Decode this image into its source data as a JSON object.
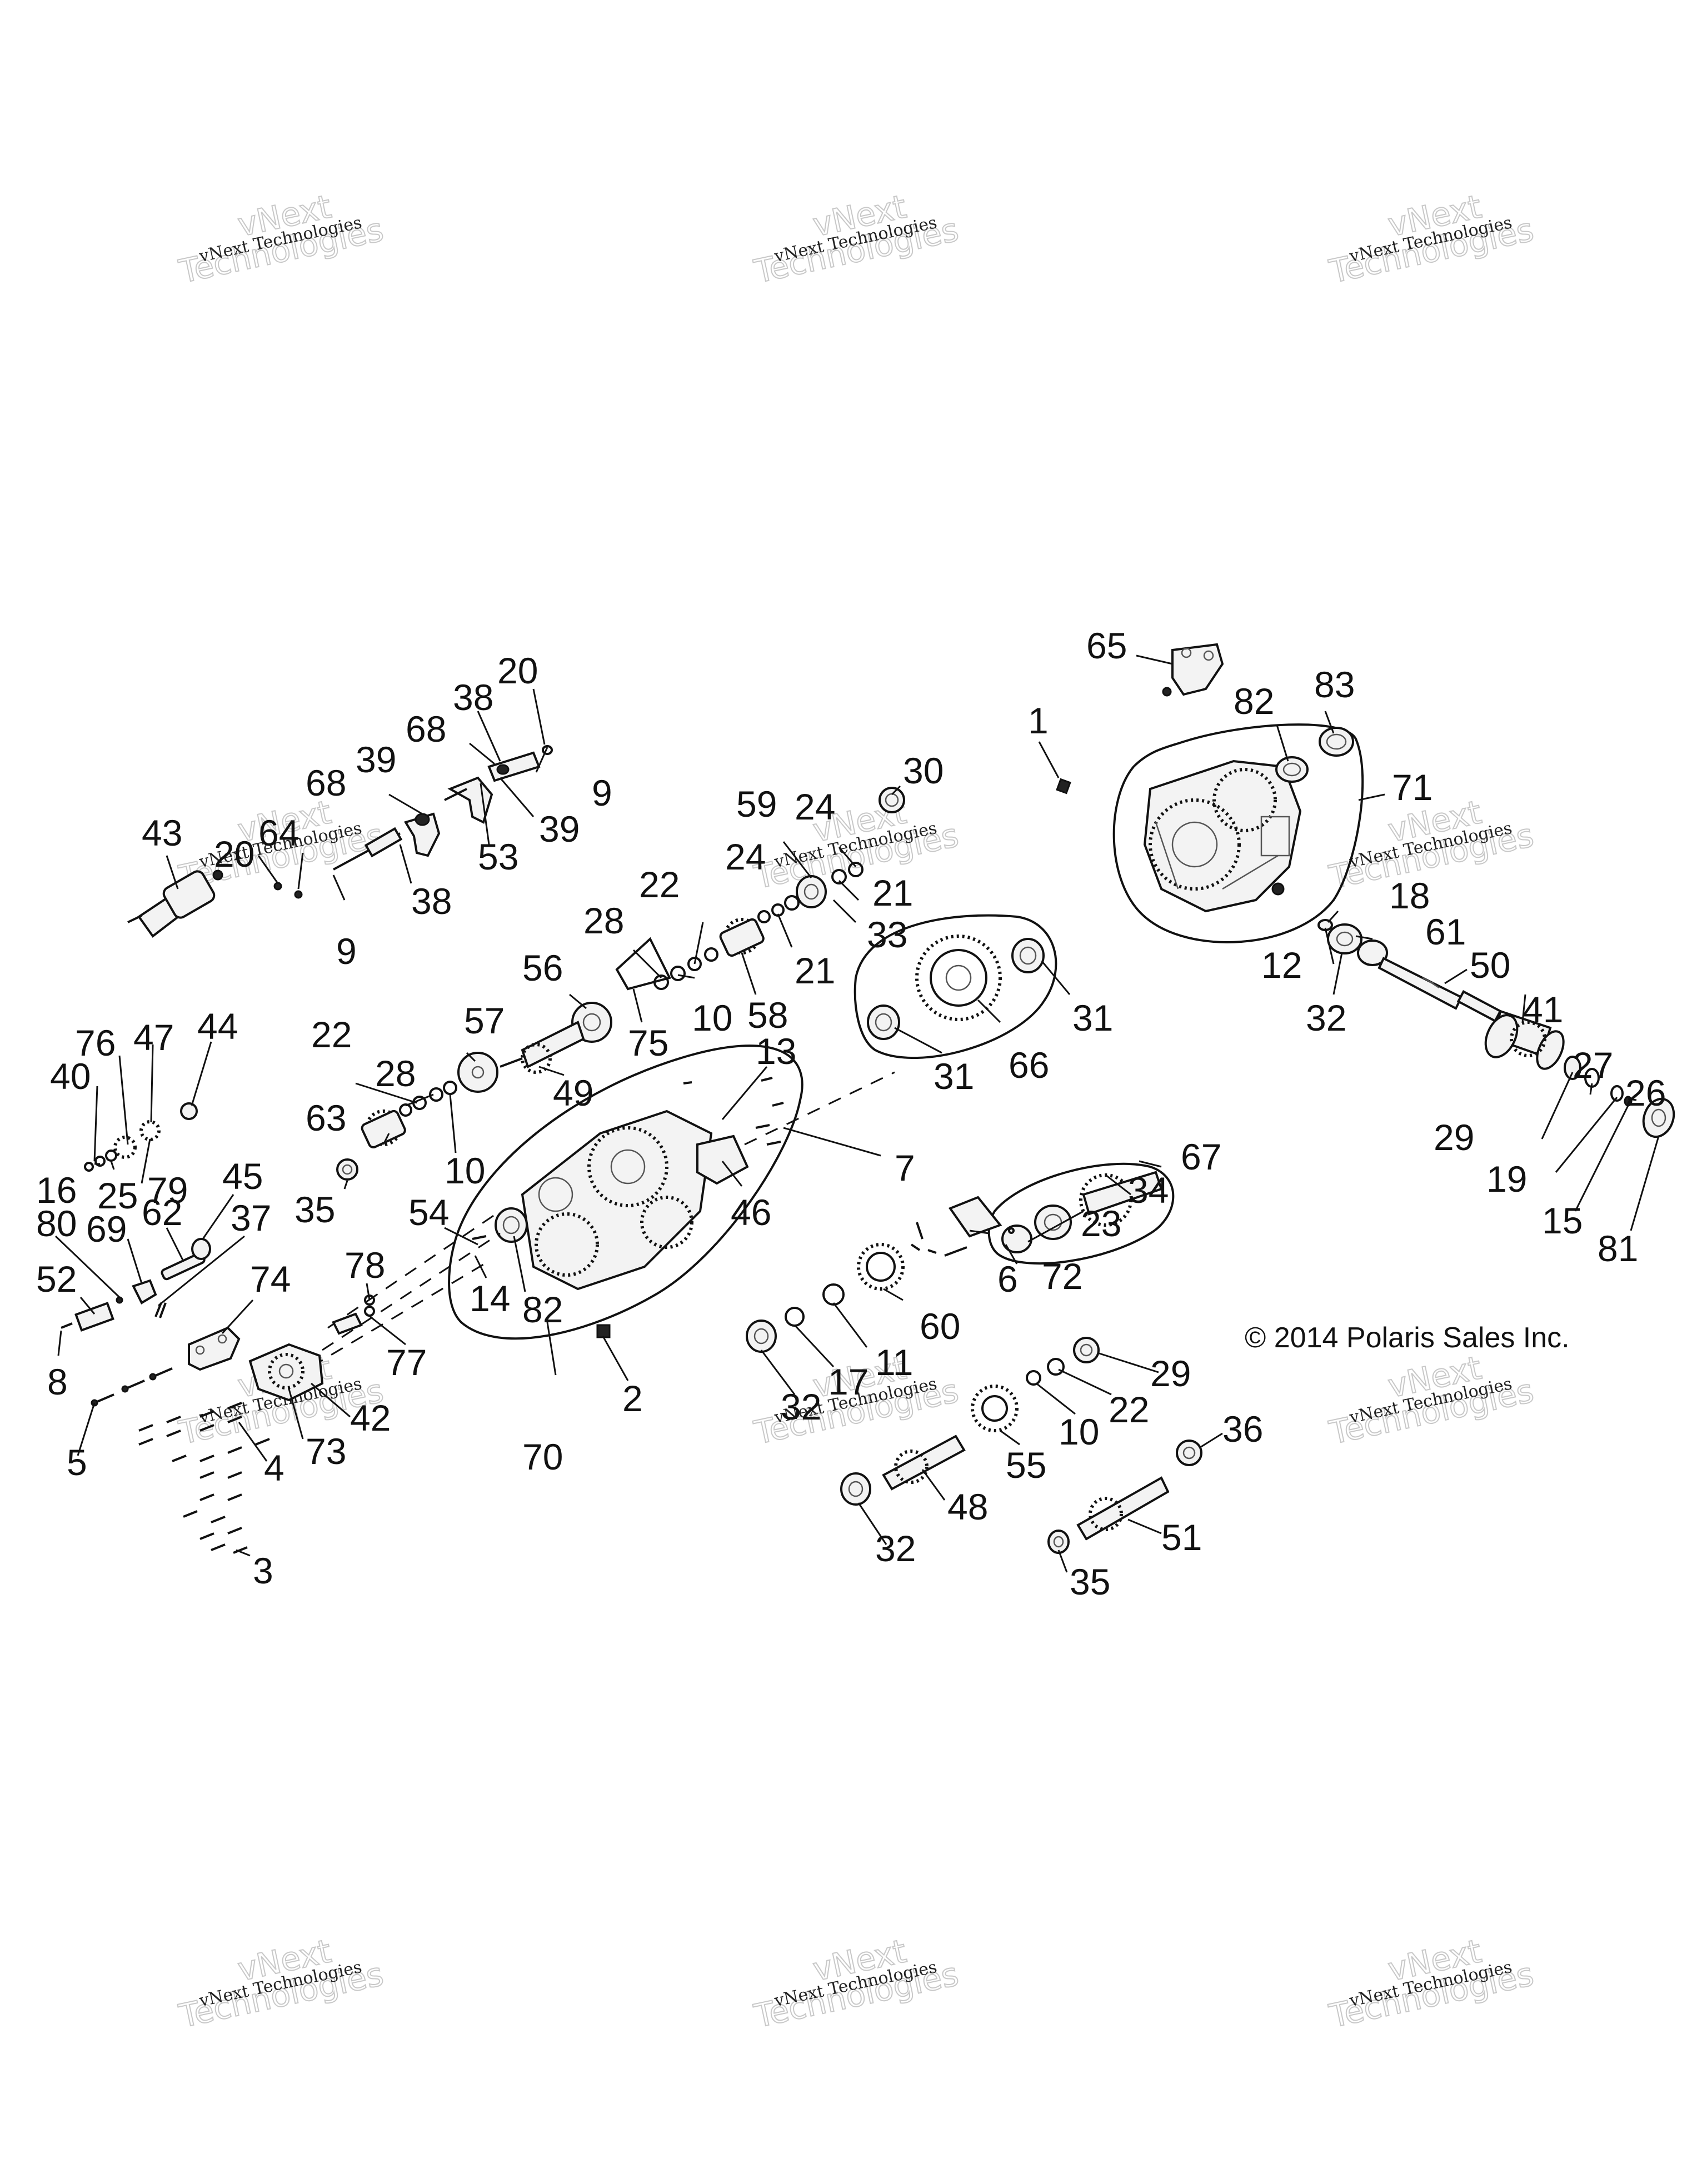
{
  "copyright": "© 2014 Polaris Sales Inc.",
  "watermark": {
    "text_small": "vNext Technologies",
    "text_large_1": "vNext",
    "text_large_2": "Technologies"
  },
  "callouts": [
    "65",
    "83",
    "82",
    "1",
    "71",
    "20",
    "38",
    "68",
    "39",
    "9",
    "53",
    "39",
    "68",
    "43",
    "64",
    "20",
    "38",
    "9",
    "30",
    "24",
    "59",
    "24",
    "21",
    "33",
    "21",
    "22",
    "28",
    "10",
    "58",
    "75",
    "56",
    "57",
    "49",
    "22",
    "28",
    "10",
    "63",
    "35",
    "31",
    "66",
    "31",
    "18",
    "61",
    "12",
    "50",
    "32",
    "41",
    "27",
    "26",
    "29",
    "19",
    "15",
    "81",
    "76",
    "47",
    "44",
    "40",
    "16",
    "25",
    "79",
    "45",
    "37",
    "62",
    "80",
    "69",
    "52",
    "8",
    "74",
    "13",
    "7",
    "46",
    "34",
    "67",
    "23",
    "54",
    "14",
    "82",
    "78",
    "77",
    "70",
    "2",
    "6",
    "72",
    "60",
    "11",
    "17",
    "32",
    "29",
    "22",
    "10",
    "55",
    "48",
    "32",
    "36",
    "51",
    "35",
    "42",
    "73",
    "4",
    "5",
    "3"
  ]
}
